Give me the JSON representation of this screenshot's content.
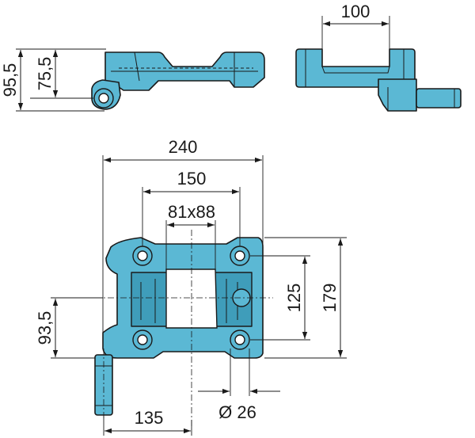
{
  "colors": {
    "part_fill": "#5bb8d4",
    "part_shade": "#3f9dba",
    "line": "#1a1a1a"
  },
  "dimensions": {
    "side_height_total": "95,5",
    "side_height_partial": "75,5",
    "end_width": "100",
    "overall_width": "240",
    "hole_spacing_x": "150",
    "window_size": "81x88",
    "hole_spacing_y": "125",
    "overall_height": "179",
    "pin_height": "93,5",
    "pin_offset": "135",
    "hole_diameter": "Ø 26"
  }
}
